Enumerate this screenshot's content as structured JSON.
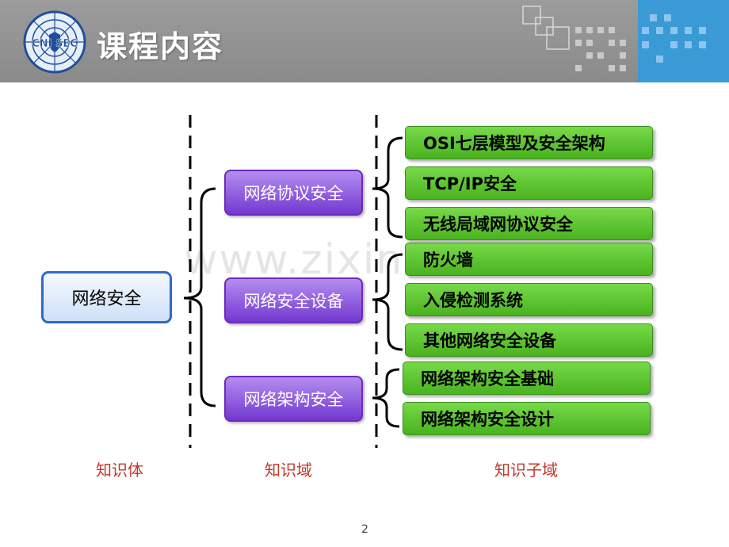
{
  "header": {
    "title": "课程内容",
    "logo_text": "CNI SEC"
  },
  "diagram": {
    "root": "网络安全",
    "domains": [
      {
        "label": "网络协议安全",
        "subs": [
          "OSI七层模型及安全架构",
          "TCP/IP安全",
          "无线局域网协议安全"
        ]
      },
      {
        "label": "网络安全设备",
        "subs": [
          "防火墙",
          "入侵检测系统",
          "其他网络安全设备"
        ]
      },
      {
        "label": "网络架构安全",
        "subs": [
          "网络架构安全基础",
          "网络架构安全设计"
        ]
      }
    ],
    "column_labels": [
      "知识体",
      "知识域",
      "知识子域"
    ]
  },
  "watermark": "www.zixin.com.cn",
  "page_number": "2",
  "colors": {
    "header_gray": "#8f8f8f",
    "header_blue": "#3a9ad6",
    "domain_purple": "#7338d0",
    "sub_green": "#49b31f",
    "root_border": "#2d6bc4",
    "label_red": "#c0392b"
  }
}
